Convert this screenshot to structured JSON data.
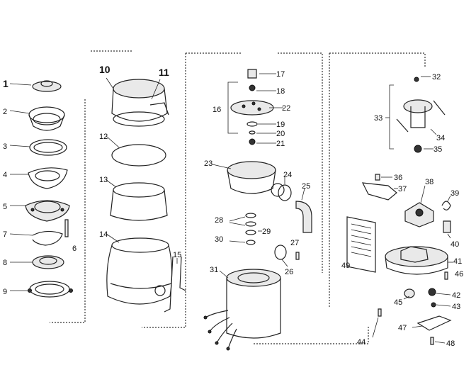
{
  "labels": {
    "p1": "1",
    "p2": "2",
    "p3": "3",
    "p4": "4",
    "p5": "5",
    "p6": "6",
    "p7": "7",
    "p8": "8",
    "p9": "9",
    "p10": "10",
    "p11": "11",
    "p12": "12",
    "p13": "13",
    "p14": "14",
    "p15": "15",
    "p16": "16",
    "p17": "17",
    "p18": "18",
    "p19": "19",
    "p20": "20",
    "p21": "21",
    "p22": "22",
    "p23": "23",
    "p24": "24",
    "p25": "25",
    "p26": "26",
    "p27": "27",
    "p28": "28",
    "p29": "29",
    "p30": "30",
    "p31": "31",
    "p32": "32",
    "p33": "33",
    "p34": "34",
    "p35": "35",
    "p36": "36",
    "p37": "37",
    "p38": "38",
    "p39": "39",
    "p40": "40",
    "p41": "41",
    "p42": "42",
    "p43": "43",
    "p44": "44",
    "p45": "45",
    "p46": "46",
    "p47": "47",
    "p48": "48",
    "p49": "49"
  }
}
